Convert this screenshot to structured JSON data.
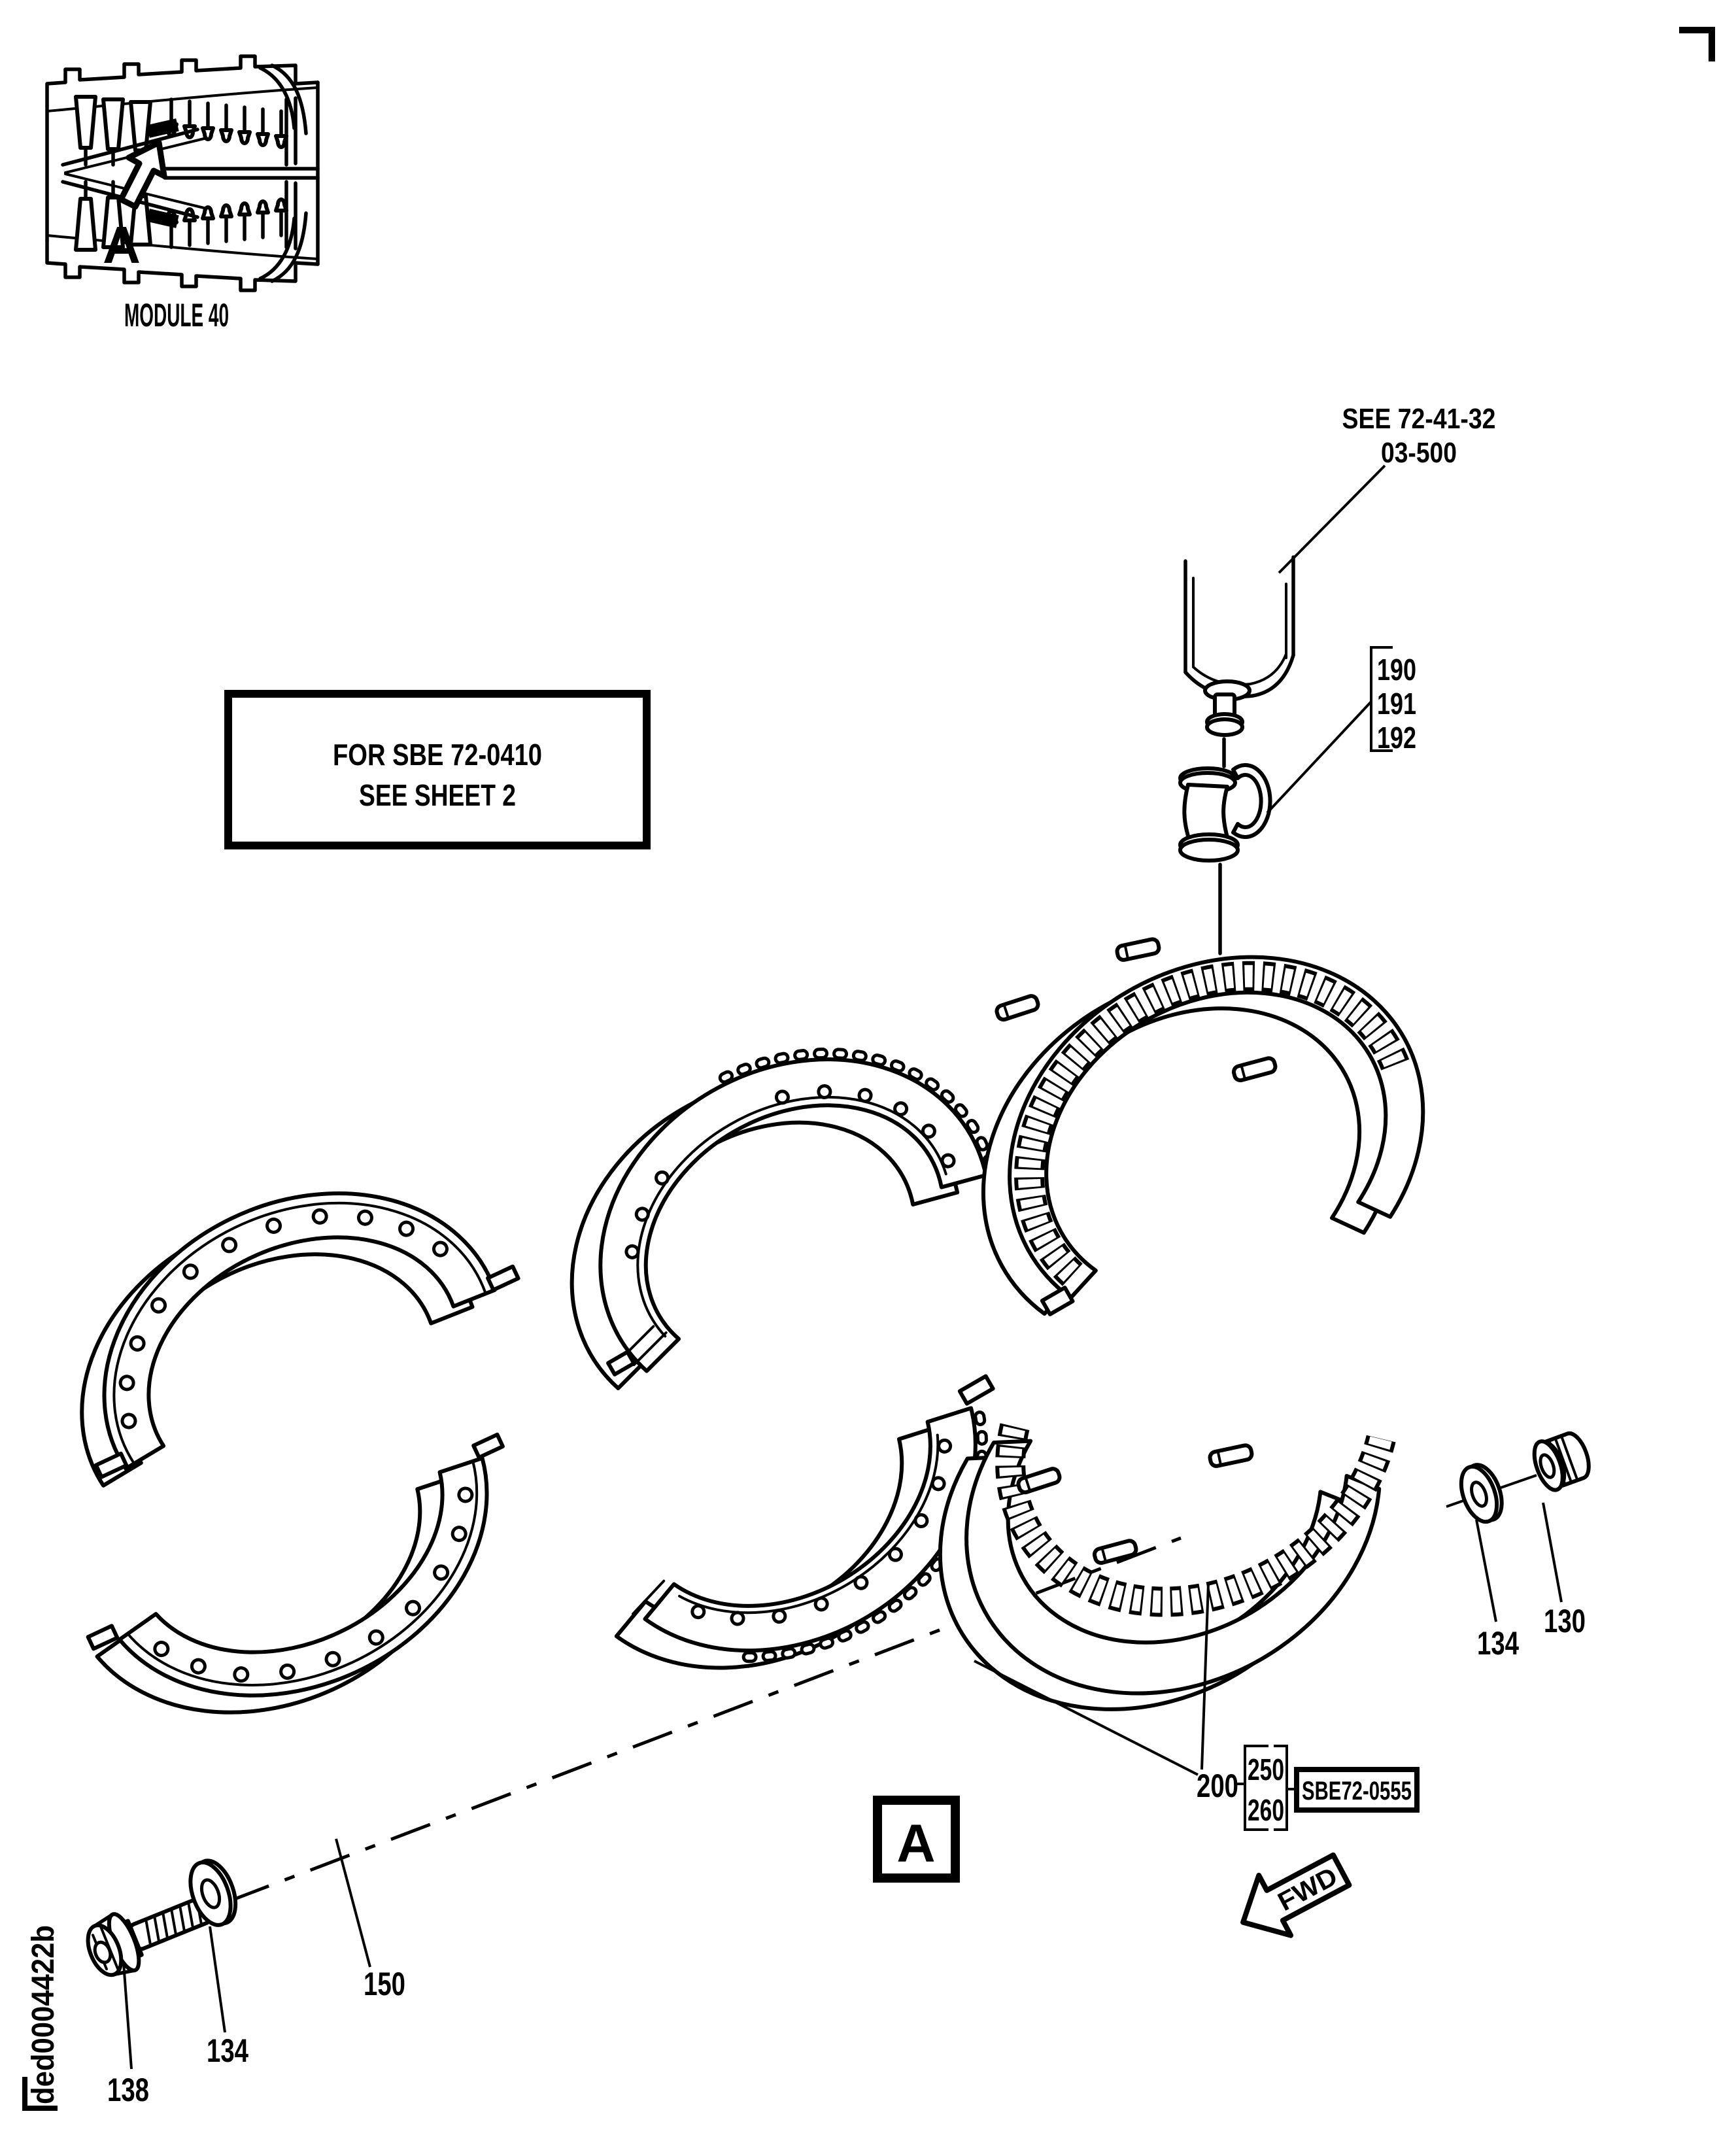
{
  "colors": {
    "ink": "#000000",
    "paper": "#ffffff"
  },
  "inset": {
    "caption": "MODULE 40",
    "arrow_label": "A"
  },
  "refs": {
    "see_line1": "SEE 72-41-32",
    "see_line2": "03-500",
    "note_line1": "FOR SBE 72-0410",
    "note_line2": "SEE SHEET 2",
    "service_bulletin": "SBE72-0555",
    "detail_marker": "A",
    "fwd_label": "FWD",
    "doc_number": "ded0004422b"
  },
  "callouts": {
    "c190": "190",
    "c191": "191",
    "c192": "192",
    "c130": "130",
    "c134_right": "134",
    "c200": "200",
    "c250": "250",
    "c260": "260",
    "c150": "150",
    "c134_left": "134",
    "c138": "138"
  }
}
